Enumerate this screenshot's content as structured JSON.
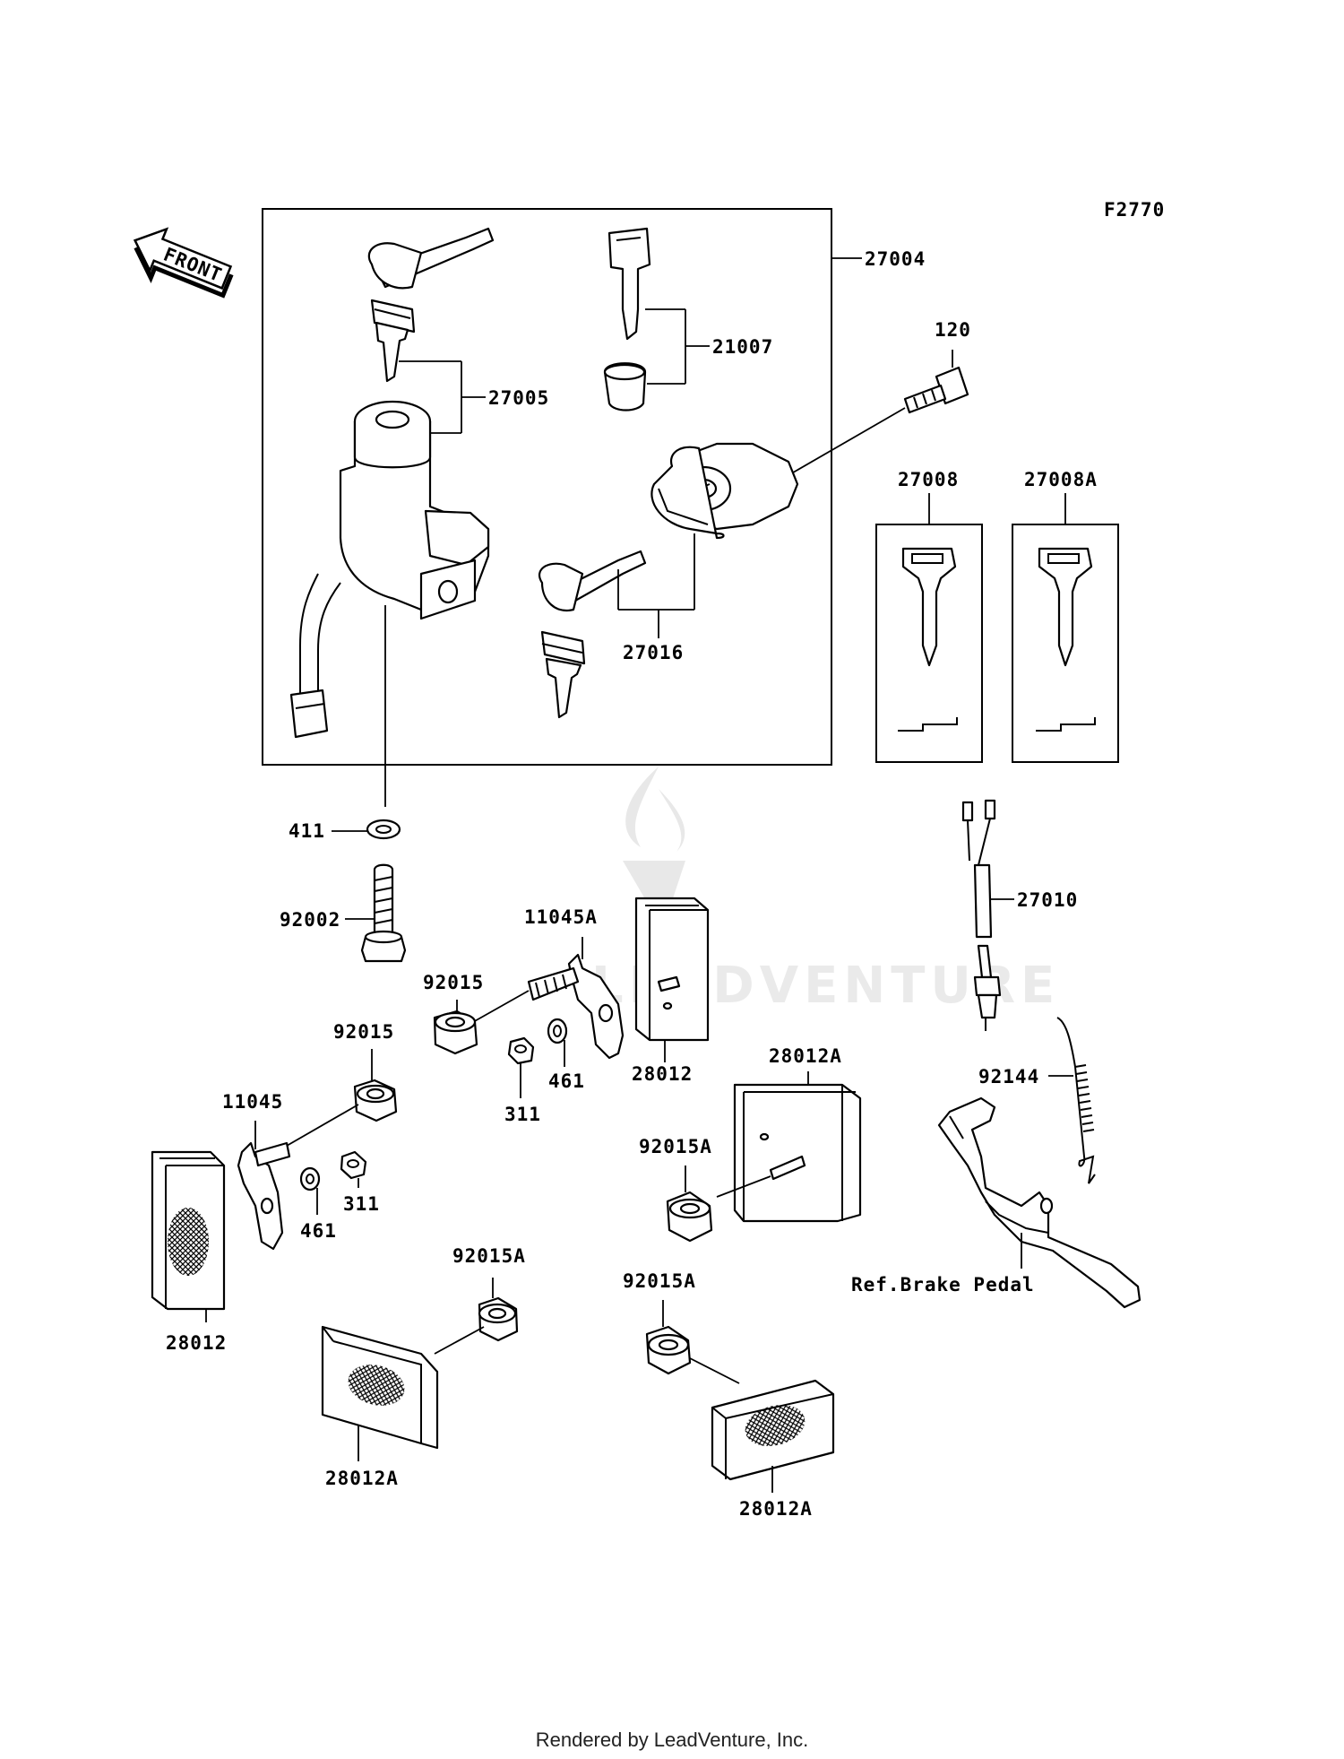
{
  "figure_code": "F2770",
  "front_label": "FRONT",
  "labels": {
    "p27004": "27004",
    "p27005": "27005",
    "p21007": "21007",
    "p120": "120",
    "p27008": "27008",
    "p27008A": "27008A",
    "p27016": "27016",
    "p411": "411",
    "p92002": "92002",
    "p11045A": "11045A",
    "p27010": "27010",
    "p92015_a": "92015",
    "p92015_b": "92015",
    "p28012_a": "28012",
    "p311_a": "311",
    "p461_a": "461",
    "p28012A_a": "28012A",
    "p11045": "11045",
    "p92015A_a": "92015A",
    "p92144": "92144",
    "p311_b": "311",
    "p461_b": "461",
    "ref_brake_pedal": "Ref.Brake Pedal",
    "p92015A_b": "92015A",
    "p92015A_c": "92015A",
    "p28012_b": "28012",
    "p28012A_b": "28012A",
    "p28012A_c": "28012A"
  },
  "watermark": "LEADVENTURE",
  "footer": "Rendered by LeadVenture, Inc."
}
